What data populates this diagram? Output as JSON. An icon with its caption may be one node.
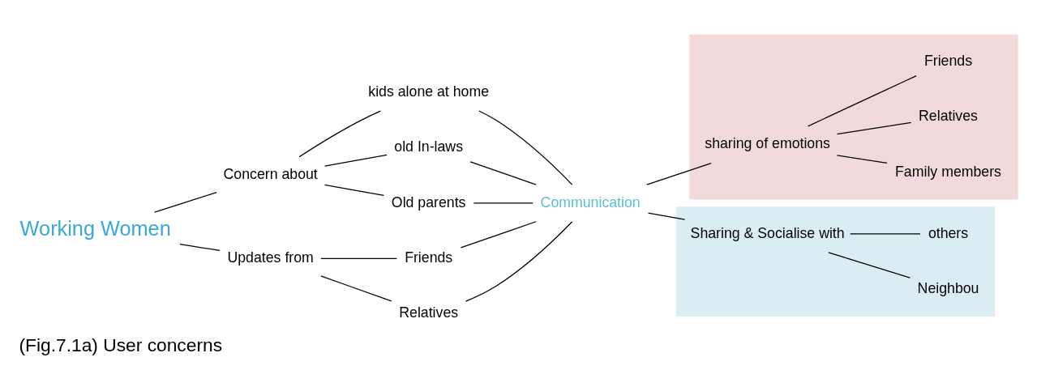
{
  "diagram": {
    "caption": "(Fig.7.1a) User concerns",
    "nodes": [
      {
        "text": [
          "Working Women"
        ]
      },
      {
        "text": [
          "Concern about"
        ]
      },
      {
        "text": [
          "Updates from"
        ]
      },
      {
        "text": [
          "kids alone at home"
        ]
      },
      {
        "text": [
          "old In-laws"
        ]
      },
      {
        "text": [
          "Old parents"
        ]
      },
      {
        "text": [
          "Friends"
        ]
      },
      {
        "text": [
          "Relatives"
        ]
      },
      {
        "text": [
          "Communication"
        ]
      },
      {
        "text": [],
        "shape": "box"
      },
      {
        "text": [
          "sharing of emotions"
        ],
        "in": 9
      },
      {
        "text": [
          "Family members"
        ],
        "in": 9
      },
      {
        "text": [
          "Relatives"
        ],
        "in": 9
      },
      {
        "text": [
          "Friends"
        ],
        "in": 9
      },
      {
        "text": [],
        "shape": "box"
      },
      {
        "text": [
          "Sharing & Socialise with"
        ],
        "in": 14
      },
      {
        "text": [
          "Neighbou"
        ],
        "in": 14
      },
      {
        "text": [
          "others"
        ],
        "in": 14
      }
    ],
    "edges": [
      {
        "from": 0,
        "to": 1,
        "arrow": "none"
      },
      {
        "from": 0,
        "to": 2,
        "arrow": "none"
      },
      {
        "from": 1,
        "to": 3,
        "arrow": "none"
      },
      {
        "from": 1,
        "to": 4,
        "arrow": "none"
      },
      {
        "from": 1,
        "to": 5,
        "arrow": "none"
      },
      {
        "from": 2,
        "to": 6,
        "arrow": "none"
      },
      {
        "from": 2,
        "to": 7,
        "arrow": "none"
      },
      {
        "from": 3,
        "to": 8,
        "arrow": "none"
      },
      {
        "from": 4,
        "to": 8,
        "arrow": "none"
      },
      {
        "from": 5,
        "to": 8,
        "arrow": "none"
      },
      {
        "from": 6,
        "to": 8,
        "arrow": "none"
      },
      {
        "from": 7,
        "to": 8,
        "arrow": "none"
      },
      {
        "from": 8,
        "to": 10,
        "arrow": "none"
      },
      {
        "from": 8,
        "to": 15,
        "arrow": "none"
      },
      {
        "from": 10,
        "to": 11,
        "arrow": "none"
      },
      {
        "from": 10,
        "to": 12,
        "arrow": "none"
      },
      {
        "from": 10,
        "to": 13,
        "arrow": "none"
      },
      {
        "from": 15,
        "to": 16,
        "arrow": "none"
      },
      {
        "from": 15,
        "to": 17,
        "arrow": "none"
      }
    ]
  }
}
